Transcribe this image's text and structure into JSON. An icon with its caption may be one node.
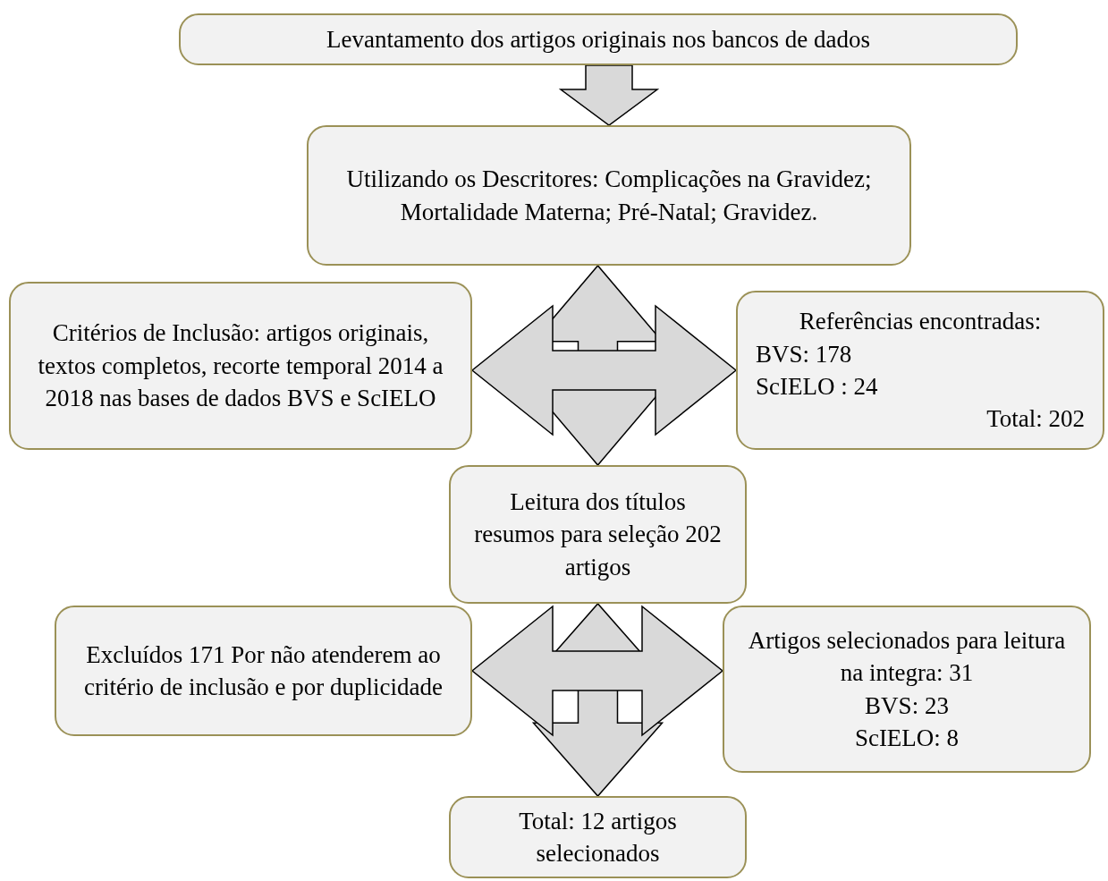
{
  "diagram": {
    "nodes": [
      {
        "text": [
          "Levantamento dos artigos originais nos bancos de dados"
        ]
      },
      {
        "text": [
          "Utilizando os Descritores: Complicações na Gravidez; Mortalidade Materna; Pré-Natal; Gravidez."
        ]
      },
      {
        "text": [
          "Critérios de Inclusão: artigos originais, textos completos, recorte temporal 2014 a 2018 nas bases de dados BVS e ScIELO"
        ]
      },
      {
        "text": [
          "Referências encontradas:",
          "BVS: 178",
          "ScIELO : 24",
          "Total: 202"
        ]
      },
      {
        "text": [
          "Leitura dos títulos resumos para seleção 202 artigos"
        ]
      },
      {
        "text": [
          "Excluídos 171 Por não atenderem ao critério de inclusão e por duplicidade"
        ]
      },
      {
        "text": [
          "Artigos selecionados para leitura na integra: 31",
          "BVS: 23",
          "ScIELO: 8"
        ]
      },
      {
        "text": [
          "Total: 12 artigos selecionados"
        ]
      }
    ],
    "edges": [
      {
        "from": 0,
        "to": 1,
        "arrow": "to"
      },
      {
        "from": 1,
        "to": 4,
        "arrow": "both"
      },
      {
        "from": 2,
        "to": 3,
        "arrow": "both"
      },
      {
        "from": 4,
        "to": 7,
        "arrow": "both"
      },
      {
        "from": 5,
        "to": 6,
        "arrow": "both"
      }
    ]
  }
}
